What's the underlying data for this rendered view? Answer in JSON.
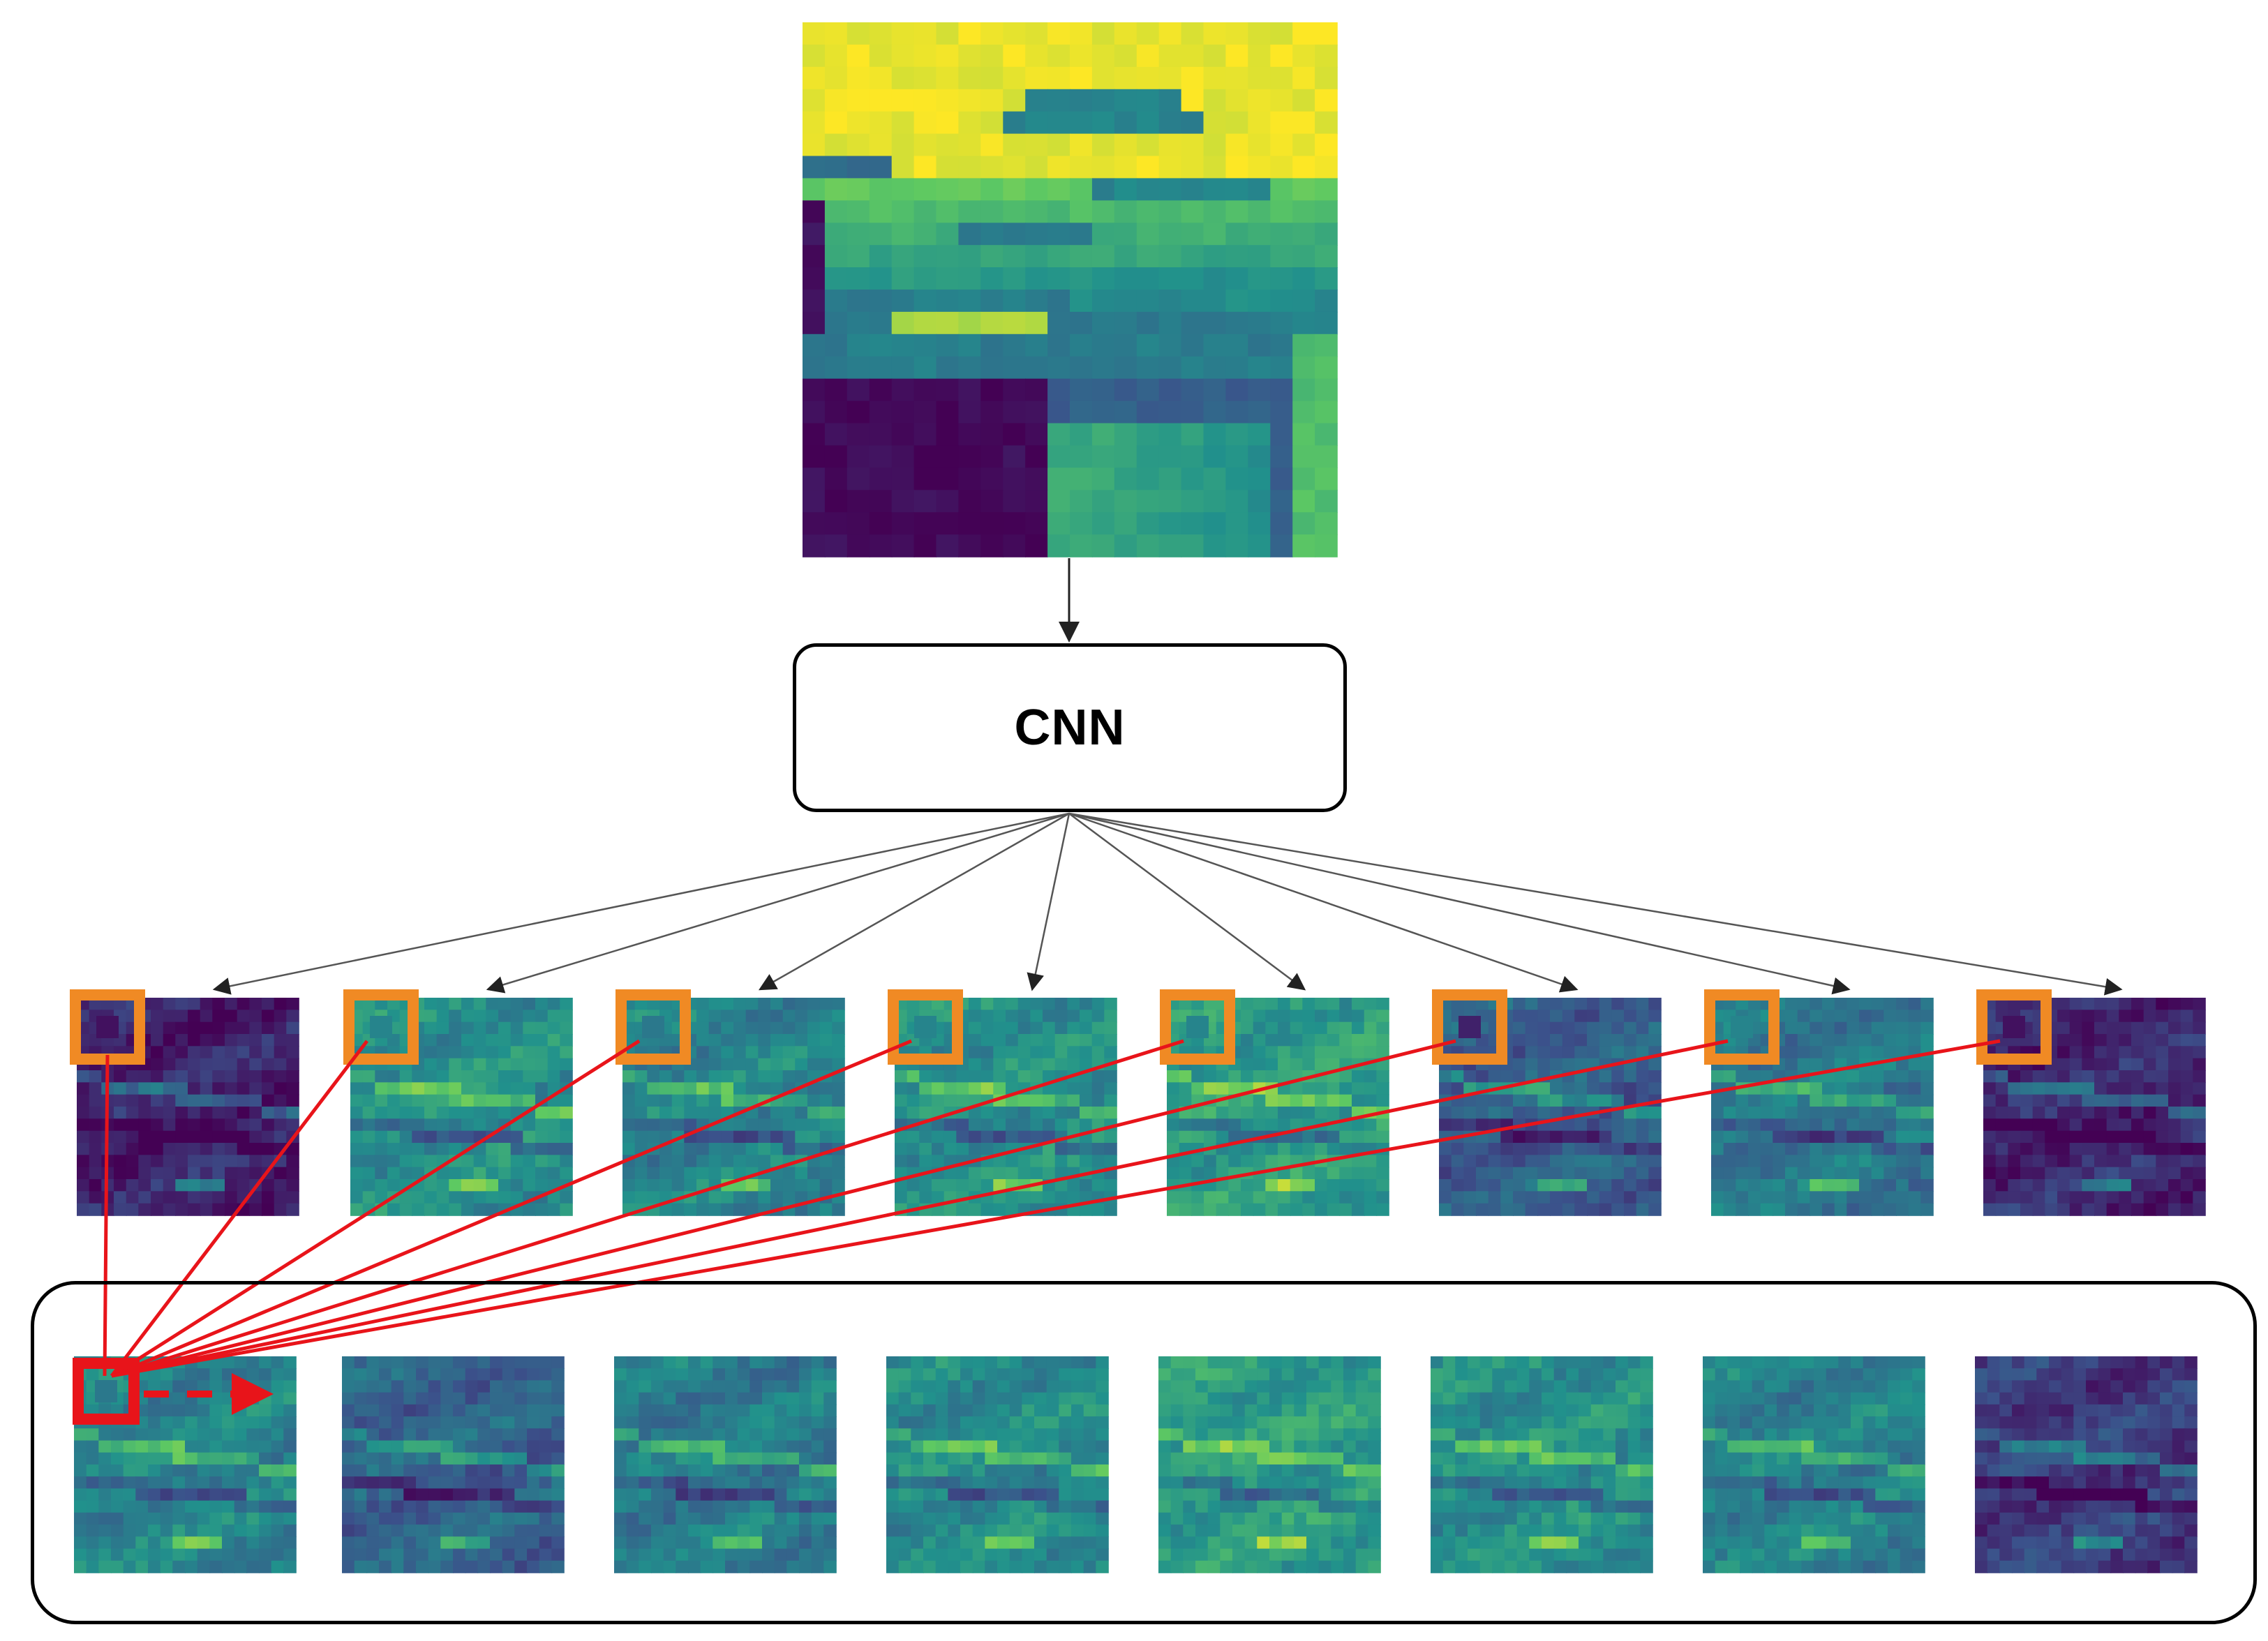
{
  "cnn": {
    "label": "CNN"
  },
  "colors": {
    "viridis": [
      "#440154",
      "#3b528b",
      "#21918c",
      "#5ec962",
      "#fde725"
    ],
    "orange": "#f08a24",
    "red": "#e8141a",
    "arrow": "#555555"
  },
  "feature_maps": {
    "row1": [
      {
        "base": 0.1,
        "marker": 0.05
      },
      {
        "base": 0.5,
        "marker": 0.45
      },
      {
        "base": 0.45,
        "marker": 0.4
      },
      {
        "base": 0.5,
        "marker": 0.45
      },
      {
        "base": 0.55,
        "marker": 0.45
      },
      {
        "base": 0.3,
        "marker": 0.1
      },
      {
        "base": 0.4,
        "marker": 0.45
      },
      {
        "base": 0.12,
        "marker": 0.05
      }
    ],
    "row2": [
      {
        "base": 0.45
      },
      {
        "base": 0.32
      },
      {
        "base": 0.42
      },
      {
        "base": 0.48
      },
      {
        "base": 0.55
      },
      {
        "base": 0.5
      },
      {
        "base": 0.44
      },
      {
        "base": 0.18
      }
    ]
  }
}
